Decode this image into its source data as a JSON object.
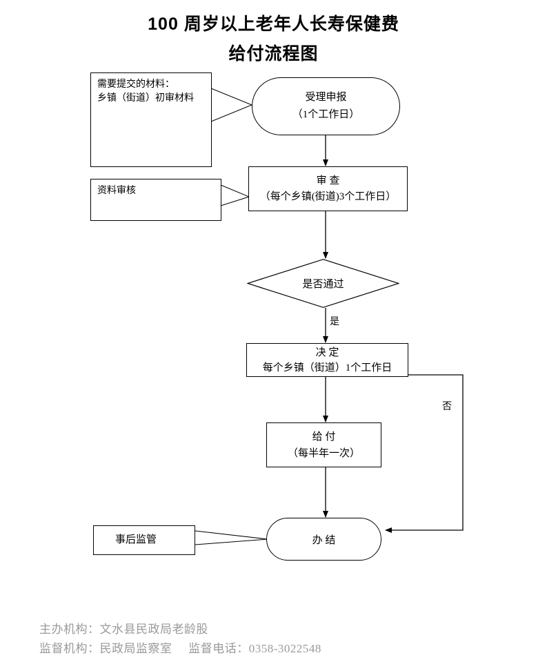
{
  "title": {
    "line1": "100 周岁以上老年人长寿保健费",
    "line2": "给付流程图"
  },
  "chart_data": {
    "type": "diagram",
    "diagram_kind": "flowchart",
    "title": "100 周岁以上老年人长寿保健费给付流程图",
    "orientation": "top-to-bottom",
    "nodes": [
      {
        "id": "accept",
        "shape": "stadium",
        "line1": "受理申报",
        "line2": "（1个工作日）"
      },
      {
        "id": "review",
        "shape": "rectangle",
        "line1": "审  查",
        "line2": "（每个乡镇(街道)3个工作日）"
      },
      {
        "id": "decision",
        "shape": "diamond",
        "line1": "是否通过",
        "line2": ""
      },
      {
        "id": "decide",
        "shape": "rectangle",
        "line1": "决  定",
        "line2": "每个乡镇（街道）1个工作日"
      },
      {
        "id": "pay",
        "shape": "rectangle",
        "line1": "给  付",
        "line2": "（每半年一次）"
      },
      {
        "id": "done",
        "shape": "stadium",
        "line1": "办  结",
        "line2": ""
      }
    ],
    "callouts": [
      {
        "id": "materials",
        "text": "需要提交的材料：\n乡镇（街道）初审材料",
        "points_to": "accept"
      },
      {
        "id": "data-audit",
        "text": "资料审核",
        "points_to": "review"
      },
      {
        "id": "post-supervision",
        "text": "事后监管",
        "points_to": "done"
      }
    ],
    "edges": [
      {
        "from": "accept",
        "to": "review",
        "label": ""
      },
      {
        "from": "review",
        "to": "decision",
        "label": ""
      },
      {
        "from": "decision",
        "to": "decide",
        "label": "是"
      },
      {
        "from": "decide",
        "to": "pay",
        "label": ""
      },
      {
        "from": "pay",
        "to": "done",
        "label": ""
      },
      {
        "from": "decide",
        "to": "done",
        "label": "否"
      }
    ]
  },
  "nodes": {
    "accept": {
      "line1": "受理申报",
      "line2": "（1个工作日）"
    },
    "review": {
      "line1": "审  查",
      "line2": "（每个乡镇(街道)3个工作日）"
    },
    "decision": {
      "line1": "是否通过"
    },
    "decide": {
      "line1": "决  定",
      "line2": "每个乡镇（街道）1个工作日"
    },
    "pay": {
      "line1": "给  付",
      "line2": "（每半年一次）"
    },
    "done": {
      "line1": "办  结"
    }
  },
  "callouts": {
    "materials": {
      "text": "需要提交的材料：\n乡镇（街道）初审材料"
    },
    "data_audit": {
      "text": "资料审核"
    },
    "post_supervision": {
      "text": "事后监管"
    }
  },
  "edge_labels": {
    "yes": "是",
    "no": "否"
  },
  "footer": {
    "line1": "主办机构：文水县民政局老龄股",
    "line2": "监督机构：民政局监察室     监督电话：0358-3022548"
  },
  "colors": {
    "stroke": "#000000",
    "background": "#ffffff",
    "footer_text": "#9a9a9a"
  }
}
